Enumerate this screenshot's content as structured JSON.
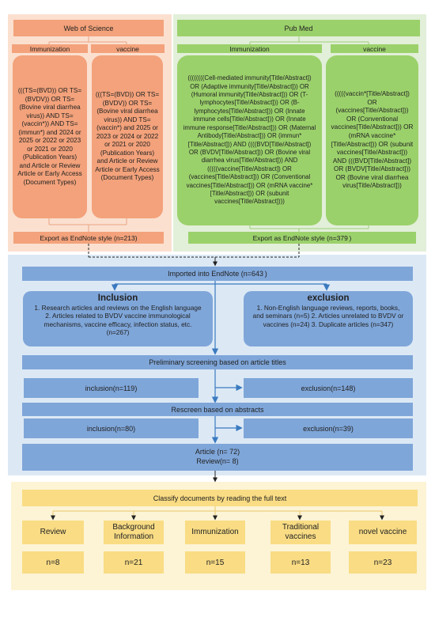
{
  "wos": {
    "title": "Web of Science",
    "col_left_label": "Immunization",
    "col_right_label": "vaccine",
    "query_left": "(((TS=(BVD)) OR TS=(BVDV)) OR TS=(Bovine viral diarrhea virus)) AND TS=(vaccin*)) AND TS=(immun*) and 2024 or 2025 or 2022 or 2023 or 2021 or 2020 (Publication Years) and Article or Review Article or Early Access (Document Types)",
    "query_right": "(((TS=(BVD)) OR TS=(BVDV)) OR TS=(Bovine viral diarrhea virus)) AND TS=(vaccin*) and 2025 or 2023 or 2024 or 2022 or 2021 or 2020 (Publication Years) and Article or Review Article or Early Access (Document Types)",
    "export": "Export as EndNote style (n=213)"
  },
  "pubmed": {
    "title": "Pub Med",
    "col_left_label": "Immunization",
    "col_right_label": "vaccine",
    "query_left": "((((((((Cell-mediated immunity[Title/Abstract]) OR (Adaptive immunity[Title/Abstract])) OR (Humoral immunity[Title/Abstract])) OR (T-lymphocytes[Title/Abstract])) OR (B-lymphocytes[Title/Abstract])) OR (Innate immune cells[Title/Abstract])) OR (Innate immune response[Title/Abstract])) OR (Maternal Antibody[Title/Abstract])) OR (immun*[Title/Abstract])) AND ((((BVD[Title/Abstract]) OR (BVDV[Title/Abstract])) OR (Bovine viral diarrhea virus[Title/Abstract])) AND (((((vaccine[Title/Abstract]) OR (vaccines[Title/Abstract])) OR (Conventional vaccines[Title/Abstract])) OR (mRNA vaccine*[Title/Abstract])) OR (subunit vaccines[Title/Abstract])))",
    "query_right": "(((((vaccin*[Title/Abstract]) OR (vaccines[Title/Abstract])) OR (Conventional vaccines[Title/Abstract])) OR (mRNA vaccine*[Title/Abstract])) OR (subunit vaccines[Title/Abstract])) AND (((BVD[Title/Abstract]) OR (BVDV[Title/Abstract])) OR (Bovine viral diarrhea virus[Title/Abstract]))",
    "export": "Export as EndNote style (n=379 )"
  },
  "screening": {
    "imported": "Imported into EndNote (n=643 )",
    "inclusion_title": "Inclusion",
    "inclusion_text": "1. Research articles and reviews on the English language 2. Articles related to BVDV vaccine immunological mechanisms, vaccine efficacy, infection status, etc. (n=267)",
    "exclusion_title": "exclusion",
    "exclusion_text": "1. Non-English language reviews, reports, books, and seminars (n=5) 2. Articles unrelated to BVDV or vaccines (n=24) 3. Duplicate articles (n=347)",
    "title_screen": "Preliminary screening based on article titles",
    "title_incl": "inclusion(n=119)",
    "title_excl": "exclusion(n=148)",
    "abstract_screen": "Rescreen based on abstracts",
    "abstract_incl": "inclusion(n=80)",
    "abstract_excl": "exclusion(n=39)",
    "final_article": "Article (n= 72)",
    "final_review": "Review(n= 8)"
  },
  "classify": {
    "title": "Classify documents by reading the full text",
    "categories": [
      {
        "label": "Review",
        "count": "n=8"
      },
      {
        "label": "Background Information",
        "count": "n=21"
      },
      {
        "label": "Immunization",
        "count": "n=15"
      },
      {
        "label": "Traditional vaccines",
        "count": "n=13"
      },
      {
        "label": "novel vaccine",
        "count": "n=23"
      }
    ]
  },
  "colors": {
    "wos_bg": "#fbe0d0",
    "wos_box": "#f3a27b",
    "pubmed_bg": "#e2efd9",
    "pubmed_box": "#9bd16b",
    "screen_bg": "#dce9f5",
    "screen_box": "#7fa6d9",
    "classify_bg": "#fdf4d6",
    "classify_box": "#f9dc84",
    "arrow": "#3a7ac0"
  }
}
